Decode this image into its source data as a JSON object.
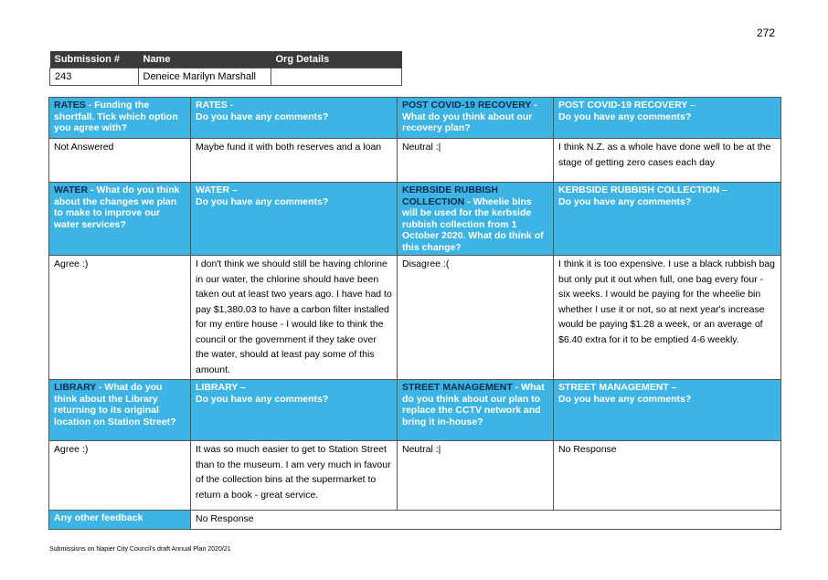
{
  "page_number": "272",
  "submission": {
    "headers": [
      "Submission #",
      "Name",
      "Org Details"
    ],
    "number": "243",
    "name": "Deneice Marilyn Marshall",
    "org": ""
  },
  "rates": {
    "q1_key": "RATES",
    "q1_text": " - Funding the shortfall. Tick which option you agree with?",
    "q2_key": "RATES -",
    "q2_text": "Do you have any comments?",
    "a1": "Not Answered",
    "a2": "Maybe fund it with both reserves and a loan"
  },
  "covid": {
    "q1_key": "POST COVID-19 RECOVERY",
    "q1_text": " - What do you think about our recovery plan?",
    "q2_key": "POST COVID-19 RECOVERY –",
    "q2_text": "Do you have any comments?",
    "a1": "Neutral :|",
    "a2": "I think N.Z. as a whole have done well to be at the stage of getting zero cases each day"
  },
  "water": {
    "q1_key": "WATER",
    "q1_text": " - What do you think about the changes we plan to make to improve our water services?",
    "q2_key": "WATER –",
    "q2_text": "Do you have any comments?",
    "a1": "Agree :)",
    "a2": "I don't think we should still be having chlorine in our water, the chlorine should have been taken out at least two years ago. I have had to pay $1,380.03 to have a carbon filter installed for my entire house - I would like to think the council or the government if they take over the water, should at least pay some of this amount."
  },
  "kerbside": {
    "q1_key": "KERBSIDE RUBBISH COLLECTION",
    "q1_text": " - Wheelie bins will be used for the kerbside rubbish collection from 1 October 2020. What do think of this change?",
    "q2_key": "KERBSIDE RUBBISH COLLECTION –",
    "q2_text": "Do you have any comments?",
    "a1": "Disagree :(",
    "a2": "I think it is too expensive.   I use a black rubbish bag but only put it out when full, one bag every four - six weeks.   I would be paying for the wheelie bin whether I use it or not, so at next year's increase would be paying $1.28 a week, or an average of $6.40 extra for it to be emptied 4-6 weekly."
  },
  "library": {
    "q1_key": "LIBRARY",
    "q1_text": " - What do you think about the Library returning to its original location on Station Street?",
    "q2_key": "LIBRARY –",
    "q2_text": "Do you have any comments?",
    "a1": "Agree :)",
    "a2": "It was so much easier to get to Station Street than to the museum.   I am very much in favour of the collection bins at the supermarket to return a book - great service."
  },
  "street": {
    "q1_key": "STREET MANAGEMENT",
    "q1_text": " - What do you think about our plan to replace the CCTV network and bring it in-house?",
    "q2_key": "STREET MANAGEMENT –",
    "q2_text": "Do you have any comments?",
    "a1": "Neutral :|",
    "a2": "No Response"
  },
  "other": {
    "label": "Any other feedback",
    "value": "No Response"
  },
  "footer": "Submissions on Napier City Council's draft Annual Plan 2020/21",
  "colors": {
    "header_blue": "#3eb4e4",
    "key_navy": "#0d2c4a",
    "dark_header": "#3a3a3a"
  }
}
